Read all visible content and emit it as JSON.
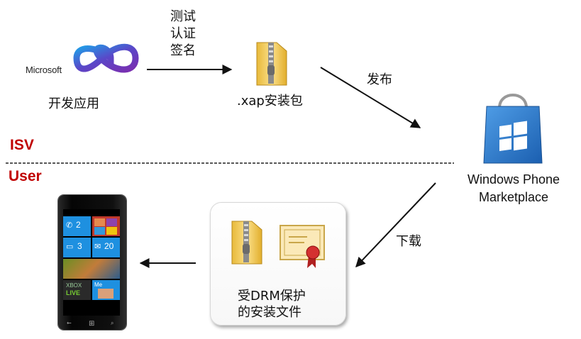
{
  "logo": {
    "brand_text": "Microsoft"
  },
  "labels": {
    "develop_app": "开发应用",
    "test_line1": "测试",
    "test_line2": "认证",
    "test_line3": "签名",
    "xap_package": ".xap安装包",
    "publish": "发布",
    "download": "下载",
    "marketplace_line1": "Windows Phone",
    "marketplace_line2": "Marketplace",
    "drm_line1": "受DRM保护",
    "drm_line2": "的安装文件"
  },
  "sections": {
    "isv": "ISV",
    "user": "User"
  },
  "phone_tiles": {
    "phone_count": "2",
    "messaging_count": "3",
    "email_count": "20",
    "me_label": "Me",
    "xbox_line1": "XBOX",
    "xbox_line2": "LIVE"
  },
  "colors": {
    "section_red": "#c00000",
    "tile_blue": "#1e90e0",
    "bag_blue": "#2f7fd0",
    "folder_yellow": "#f5cf5a"
  }
}
